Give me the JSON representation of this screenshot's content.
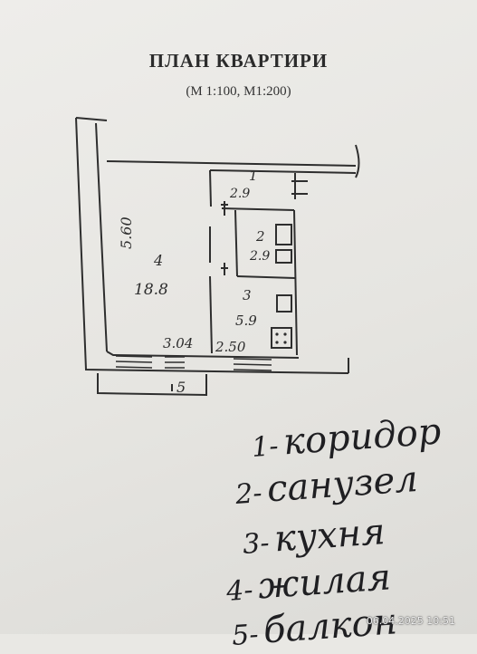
{
  "document": {
    "title": "ПЛАН КВАРТИРИ",
    "scale": "(М 1:100, М1:200)"
  },
  "plan": {
    "rooms": [
      {
        "number": "1",
        "area": "2.9"
      },
      {
        "number": "2",
        "area": "2.9"
      },
      {
        "number": "3",
        "area": "5.9"
      },
      {
        "number": "4",
        "area": "18.8"
      }
    ],
    "dimensions": {
      "room4_length": "5.60",
      "room4_width": "3.04",
      "kitchen_width": "2.50",
      "balcony_number": "5"
    }
  },
  "legend": [
    {
      "number": "1-",
      "text": "коридор"
    },
    {
      "number": "2-",
      "text": "санузел"
    },
    {
      "number": "3-",
      "text": "кухня"
    },
    {
      "number": "4-",
      "text": "жилая"
    },
    {
      "number": "5-",
      "text": "балкон"
    }
  ],
  "photo_timestamp": "06.04.2025  10:51"
}
